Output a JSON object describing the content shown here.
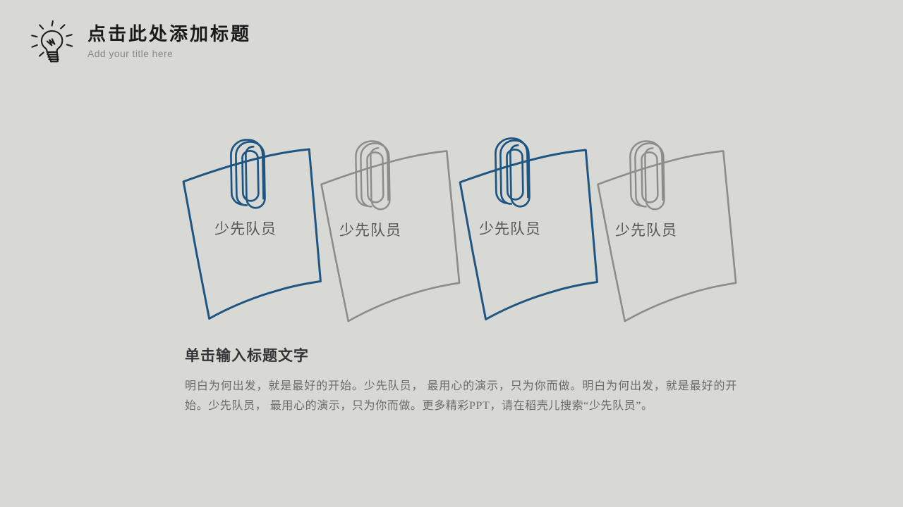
{
  "slide": {
    "background_color": "#d8d9d4",
    "accent_blue": "#1f5582",
    "accent_gray": "#8c8c8c"
  },
  "header": {
    "icon": "lightbulb-icon",
    "title": "点击此处添加标题",
    "subtitle": "Add your title here"
  },
  "notes": [
    {
      "label": "少先队员",
      "color": "#1f5582",
      "clip": "paperclip-icon"
    },
    {
      "label": "少先队员",
      "color": "#8c8c8c",
      "clip": "paperclip-icon"
    },
    {
      "label": "少先队员",
      "color": "#1f5582",
      "clip": "paperclip-icon"
    },
    {
      "label": "少先队员",
      "color": "#8c8c8c",
      "clip": "paperclip-icon"
    }
  ],
  "body": {
    "heading": "单击输入标题文字",
    "paragraph": "明白为何出发，就是最好的开始。少先队员， 最用心的演示，只为你而做。明白为何出发，就是最好的开始。少先队员， 最用心的演示，只为你而做。更多精彩PPT，请在稻壳儿搜索“少先队员”。"
  }
}
